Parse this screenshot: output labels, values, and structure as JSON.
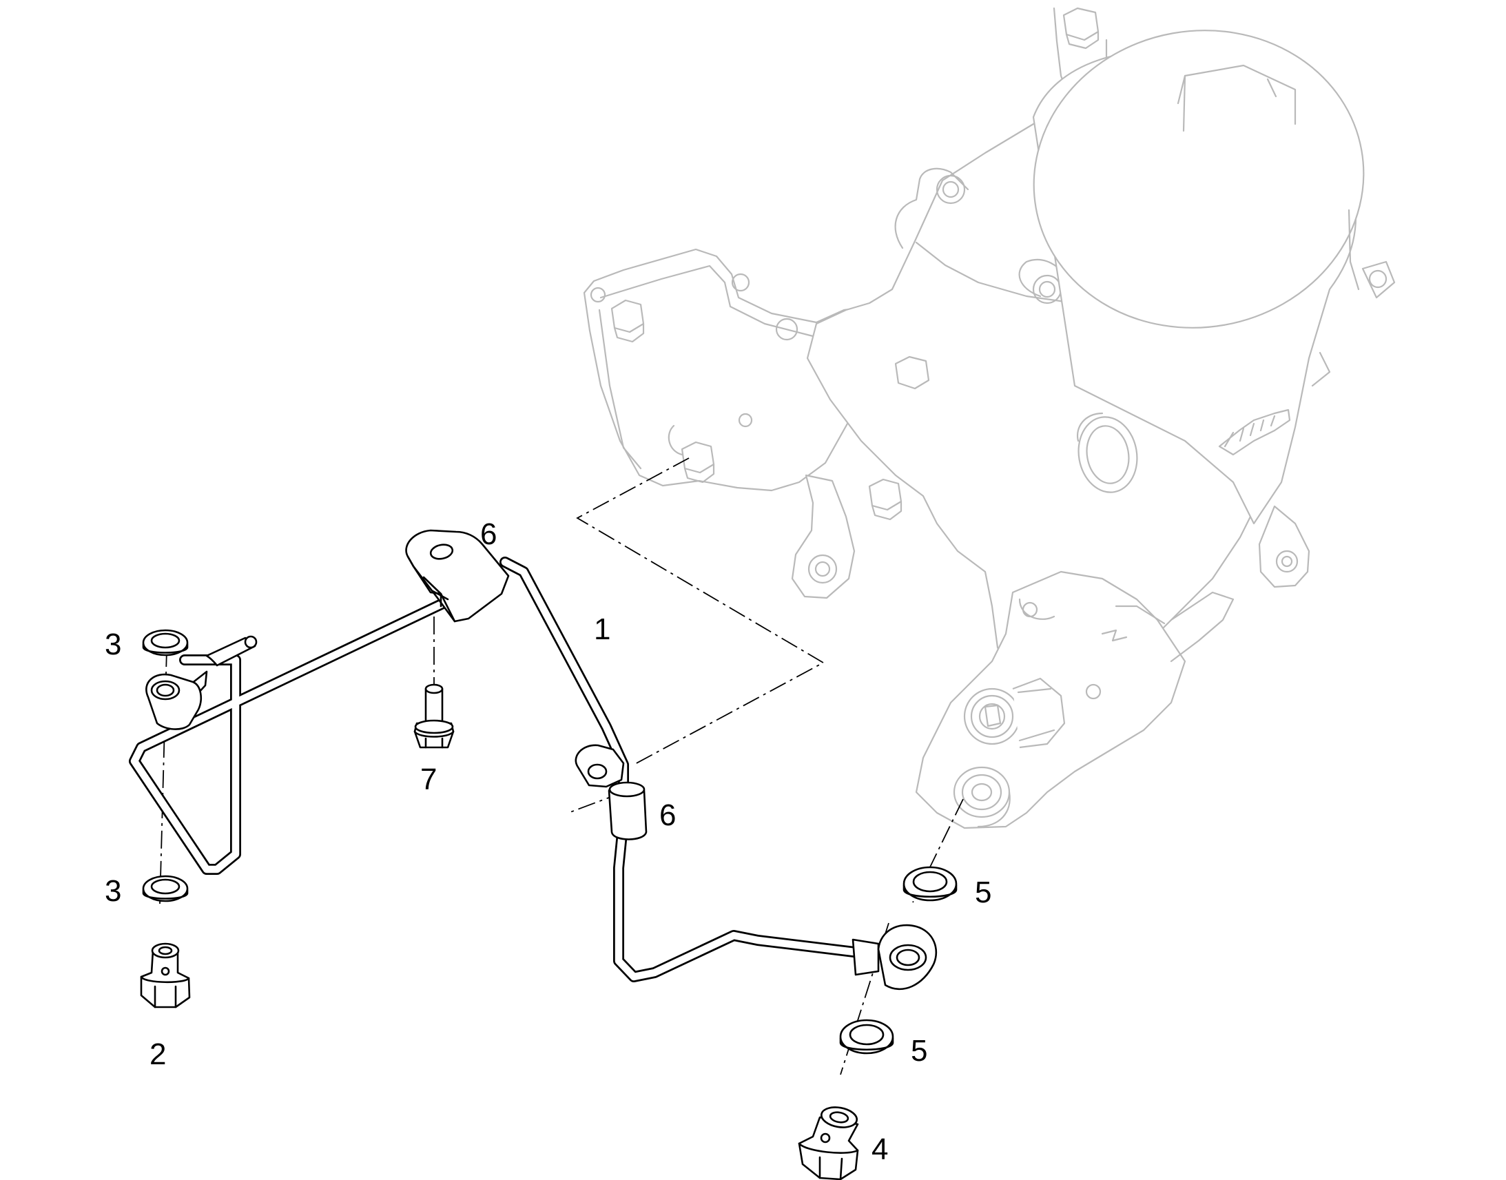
{
  "diagram": {
    "callouts": [
      {
        "id": "1",
        "label": "1"
      },
      {
        "id": "2",
        "label": "2"
      },
      {
        "id": "3a",
        "label": "3"
      },
      {
        "id": "3b",
        "label": "3"
      },
      {
        "id": "4",
        "label": "4"
      },
      {
        "id": "5a",
        "label": "5"
      },
      {
        "id": "5b",
        "label": "5"
      },
      {
        "id": "6a",
        "label": "6"
      },
      {
        "id": "6b",
        "label": "6"
      },
      {
        "id": "7",
        "label": "7"
      }
    ],
    "colors": {
      "line": "#000000",
      "ghost_line": "#b9b9b9",
      "background": "#ffffff"
    }
  }
}
